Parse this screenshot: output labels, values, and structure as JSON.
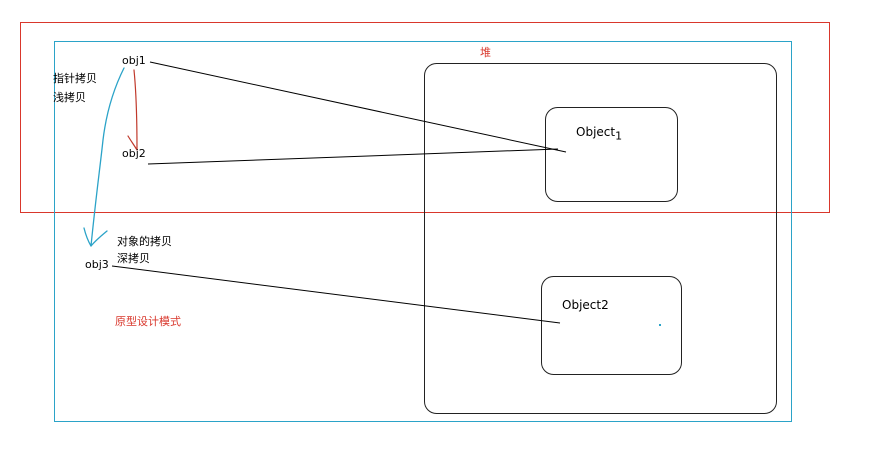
{
  "colors": {
    "red": "#d9372c",
    "blue": "#2ba3c8",
    "black": "#000000"
  },
  "labels": {
    "heap": "堆",
    "obj1": "obj1",
    "obj2": "obj2",
    "obj3": "obj3",
    "pointer_copy": "指针拷贝",
    "shallow_copy": "浅拷贝",
    "object_copy": "对象的拷贝",
    "deep_copy": "深拷贝",
    "prototype_pattern": "原型设计模式",
    "object1_name": "Object",
    "object1_sub": "1",
    "object2_name": "Object2"
  }
}
